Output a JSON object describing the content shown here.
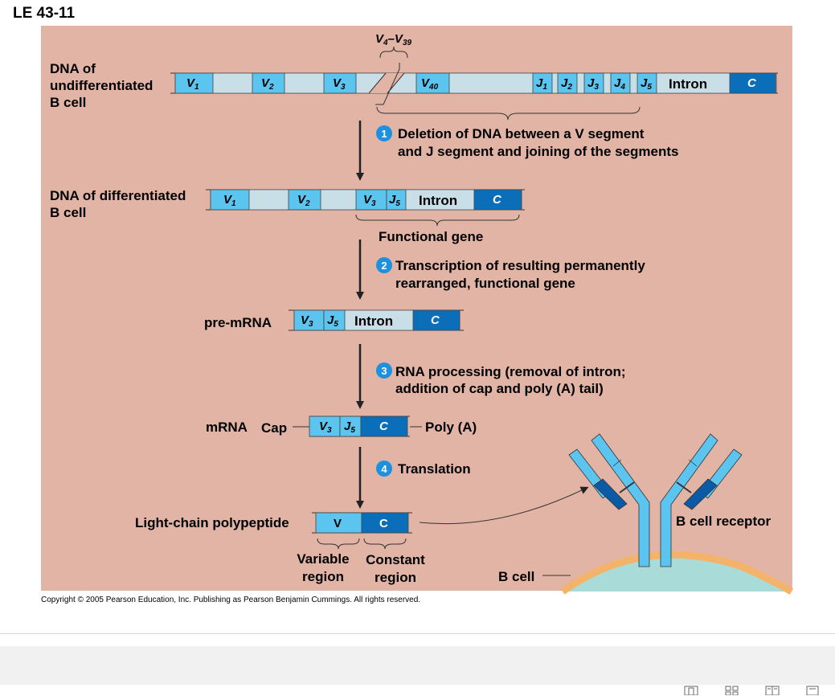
{
  "figure_id": "LE 43-11",
  "copyright": "Copyright © 2005 Pearson Education, Inc. Publishing as Pearson Benjamin Cummings. All rights reserved.",
  "colors": {
    "background": "#e2b4a6",
    "variable_segment": "#5bc4ef",
    "joining_segment": "#5bc4ef",
    "spacer_dna": "#c9dfe8",
    "constant_segment": "#0a6fb8",
    "receptor_dark": "#0a5aa6",
    "membrane": "#f4b36a",
    "cell_interior": "#a9dcd8",
    "step_circle": "#1e90e0"
  },
  "dna_undiff": {
    "label_lines": [
      "DNA of",
      "undifferentiated",
      "B cell"
    ],
    "v_labels": [
      {
        "b": "V",
        "s": "1"
      },
      {
        "b": "V",
        "s": "2"
      },
      {
        "b": "V",
        "s": "3"
      },
      {
        "b": "V",
        "s": "40"
      }
    ],
    "v_range": {
      "b1": "V",
      "s1": "4",
      "dash": "–",
      "b2": "V",
      "s2": "39"
    },
    "j_labels": [
      {
        "b": "J",
        "s": "1"
      },
      {
        "b": "J",
        "s": "2"
      },
      {
        "b": "J",
        "s": "3"
      },
      {
        "b": "J",
        "s": "4"
      },
      {
        "b": "J",
        "s": "5"
      }
    ],
    "intron": "Intron",
    "c": "C"
  },
  "step1": {
    "num": "1",
    "lines": [
      "Deletion of DNA between a V segment",
      "and J segment and joining of the segments"
    ]
  },
  "dna_diff": {
    "label_lines": [
      "DNA of differentiated",
      "B cell"
    ],
    "v1": {
      "b": "V",
      "s": "1"
    },
    "v2": {
      "b": "V",
      "s": "2"
    },
    "v3": {
      "b": "V",
      "s": "3"
    },
    "j5": {
      "b": "J",
      "s": "5"
    },
    "intron": "Intron",
    "c": "C",
    "functional_gene": "Functional gene"
  },
  "step2": {
    "num": "2",
    "lines": [
      "Transcription of resulting permanently",
      "rearranged, functional gene"
    ]
  },
  "pre_mrna": {
    "label": "pre-mRNA",
    "v3": {
      "b": "V",
      "s": "3"
    },
    "j5": {
      "b": "J",
      "s": "5"
    },
    "intron": "Intron",
    "c": "C"
  },
  "step3": {
    "num": "3",
    "lines": [
      "RNA processing (removal of intron;",
      "addition of cap and poly (A) tail)"
    ]
  },
  "mrna": {
    "label": "mRNA",
    "cap": "Cap",
    "v3": {
      "b": "V",
      "s": "3"
    },
    "j5": {
      "b": "J",
      "s": "5"
    },
    "c": "C",
    "poly_a": "Poly (A)"
  },
  "step4": {
    "num": "4",
    "lines": [
      "Translation"
    ]
  },
  "polypeptide": {
    "label": "Light-chain polypeptide",
    "v": "V",
    "c": "C",
    "variable_lines": [
      "Variable",
      "region"
    ],
    "constant_lines": [
      "Constant",
      "region"
    ]
  },
  "receptor": {
    "label": "B cell receptor",
    "cell_label": "B cell"
  },
  "toolbar": {
    "icons": [
      "panel-icon",
      "grid-icon",
      "book-icon",
      "page-icon"
    ]
  }
}
